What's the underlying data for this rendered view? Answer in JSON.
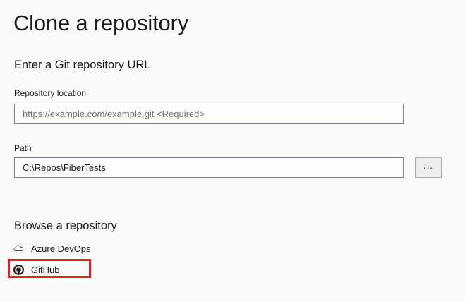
{
  "dialog": {
    "title": "Clone a repository"
  },
  "url_section": {
    "heading": "Enter a Git repository URL",
    "repository_location": {
      "label": "Repository location",
      "value": "",
      "placeholder": "https://example.com/example.git <Required>"
    },
    "path": {
      "label": "Path",
      "value": "C:\\Repos\\FiberTests",
      "placeholder": ""
    },
    "browse_button_label": "..."
  },
  "browse_section": {
    "heading": "Browse a repository",
    "providers": [
      {
        "label": "Azure DevOps",
        "icon": "cloud-icon"
      },
      {
        "label": "GitHub",
        "icon": "github-icon"
      }
    ]
  },
  "annotation": {
    "target": "GitHub",
    "color": "#ed1c24"
  }
}
